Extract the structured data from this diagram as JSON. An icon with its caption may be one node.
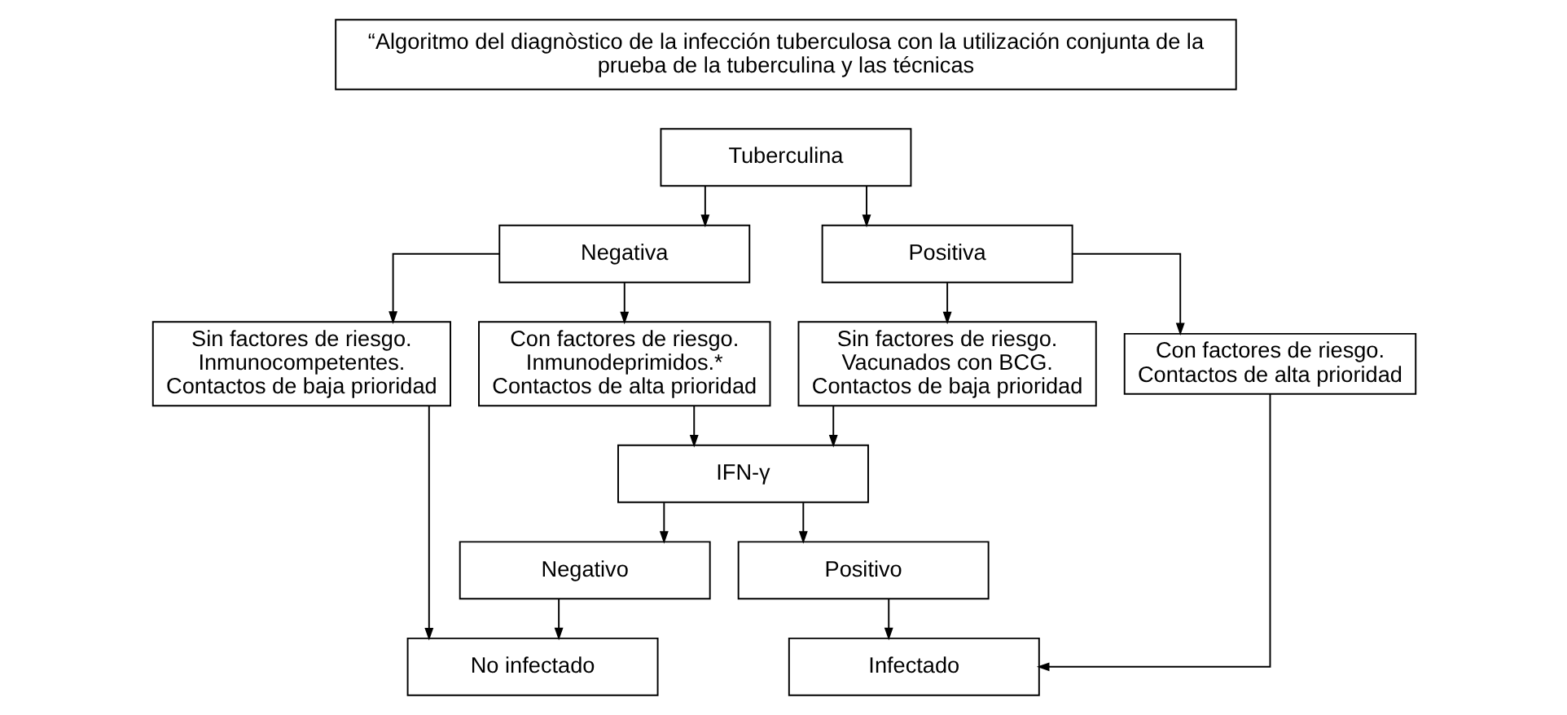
{
  "diagram": {
    "title": "“Algoritmo del diagnòstico de la infección tuberculosa con la utilización conjunta de la prueba de la tuberculina y las técnicas",
    "nodes": [
      {
        "text": [
          "Tuberculina"
        ]
      },
      {
        "text": [
          "Negativa"
        ]
      },
      {
        "text": [
          "Positiva"
        ]
      },
      {
        "text": [
          "Sin factores de riesgo. Inmunocompetentes. Contactos de baja prioridad"
        ]
      },
      {
        "text": [
          "Con factores de riesgo. Inmunodeprimidos.* Contactos de alta prioridad"
        ]
      },
      {
        "text": [
          "Sin factores de riesgo. Vacunados con BCG. Contactos de baja prioridad"
        ]
      },
      {
        "text": [
          "Con factores de riesgo. Contactos de alta prioridad"
        ]
      },
      {
        "text": [
          "IFN-γ"
        ]
      },
      {
        "text": [
          "Negativo"
        ]
      },
      {
        "text": [
          "Positivo"
        ]
      },
      {
        "text": [
          "No infectado"
        ]
      },
      {
        "text": [
          "Infectado"
        ]
      }
    ],
    "edges": [
      {
        "from": 0,
        "to": 1,
        "arrow": "to"
      },
      {
        "from": 0,
        "to": 2,
        "arrow": "to"
      },
      {
        "from": 1,
        "to": 3,
        "arrow": "to"
      },
      {
        "from": 1,
        "to": 4,
        "arrow": "to"
      },
      {
        "from": 2,
        "to": 5,
        "arrow": "to"
      },
      {
        "from": 2,
        "to": 6,
        "arrow": "to"
      },
      {
        "from": 4,
        "to": 7,
        "arrow": "to"
      },
      {
        "from": 5,
        "to": 7,
        "arrow": "to"
      },
      {
        "from": 7,
        "to": 8,
        "arrow": "to"
      },
      {
        "from": 7,
        "to": 9,
        "arrow": "to"
      },
      {
        "from": 3,
        "to": 10,
        "arrow": "to"
      },
      {
        "from": 8,
        "to": 10,
        "arrow": "to"
      },
      {
        "from": 9,
        "to": 11,
        "arrow": "to"
      },
      {
        "from": 6,
        "to": 11,
        "arrow": "to"
      }
    ]
  }
}
